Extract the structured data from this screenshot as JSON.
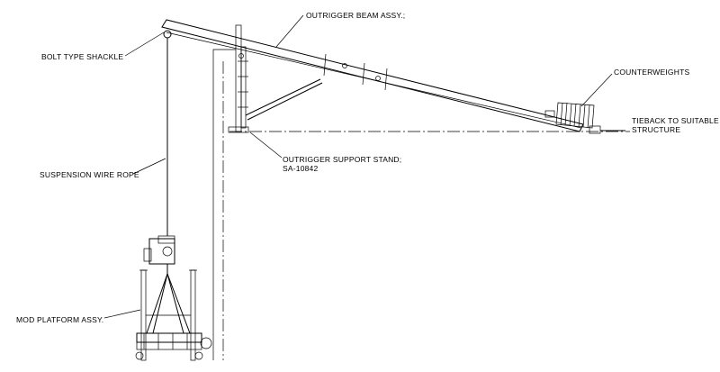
{
  "labels": {
    "outrigger_beam": "OUTRIGGER BEAM ASSY.;",
    "bolt_shackle": "BOLT TYPE SHACKLE",
    "counterweights": "COUNTERWEIGHTS",
    "tieback_line1": "TIEBACK TO SUITABLE",
    "tieback_line2": "STRUCTURE",
    "support_stand_line1": "OUTRIGGER SUPPORT STAND;",
    "support_stand_line2": "SA-10842",
    "wire_rope": "SUSPENSION WIRE ROPE",
    "platform": "MOD PLATFORM ASSY."
  }
}
